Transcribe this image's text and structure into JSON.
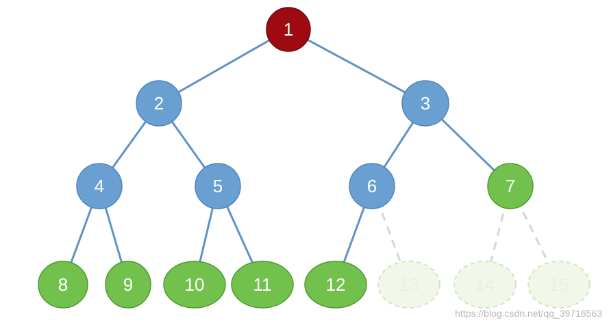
{
  "colors": {
    "root": "#9e0a12",
    "internal": "#6a9fd1",
    "leaf": "#71c14c",
    "ghost_fill": "#f1f8ea",
    "ghost_stroke": "#cfe5c0",
    "edge": "#5e93c6",
    "ghost_edge": "#d6d6d6"
  },
  "nodes": [
    {
      "id": "1",
      "label": "1",
      "kind": "root"
    },
    {
      "id": "2",
      "label": "2",
      "kind": "internal"
    },
    {
      "id": "3",
      "label": "3",
      "kind": "internal"
    },
    {
      "id": "4",
      "label": "4",
      "kind": "internal"
    },
    {
      "id": "5",
      "label": "5",
      "kind": "internal"
    },
    {
      "id": "6",
      "label": "6",
      "kind": "internal"
    },
    {
      "id": "7",
      "label": "7",
      "kind": "leaf"
    },
    {
      "id": "8",
      "label": "8",
      "kind": "leaf"
    },
    {
      "id": "9",
      "label": "9",
      "kind": "leaf"
    },
    {
      "id": "10",
      "label": "10",
      "kind": "leaf"
    },
    {
      "id": "11",
      "label": "11",
      "kind": "leaf"
    },
    {
      "id": "12",
      "label": "12",
      "kind": "leaf"
    },
    {
      "id": "13",
      "label": "13",
      "kind": "ghost"
    },
    {
      "id": "14",
      "label": "14",
      "kind": "ghost"
    },
    {
      "id": "15",
      "label": "15",
      "kind": "ghost"
    }
  ],
  "edges": [
    {
      "from": "1",
      "to": "2",
      "style": "solid"
    },
    {
      "from": "1",
      "to": "3",
      "style": "solid"
    },
    {
      "from": "2",
      "to": "4",
      "style": "solid"
    },
    {
      "from": "2",
      "to": "5",
      "style": "solid"
    },
    {
      "from": "3",
      "to": "6",
      "style": "solid"
    },
    {
      "from": "3",
      "to": "7",
      "style": "solid"
    },
    {
      "from": "4",
      "to": "8",
      "style": "solid"
    },
    {
      "from": "4",
      "to": "9",
      "style": "solid"
    },
    {
      "from": "5",
      "to": "10",
      "style": "solid"
    },
    {
      "from": "5",
      "to": "11",
      "style": "solid"
    },
    {
      "from": "6",
      "to": "12",
      "style": "solid"
    },
    {
      "from": "6",
      "to": "13",
      "style": "dashed"
    },
    {
      "from": "7",
      "to": "14",
      "style": "dashed"
    },
    {
      "from": "7",
      "to": "15",
      "style": "dashed"
    }
  ],
  "watermark": "https://blog.csdn.net/qq_39716563"
}
